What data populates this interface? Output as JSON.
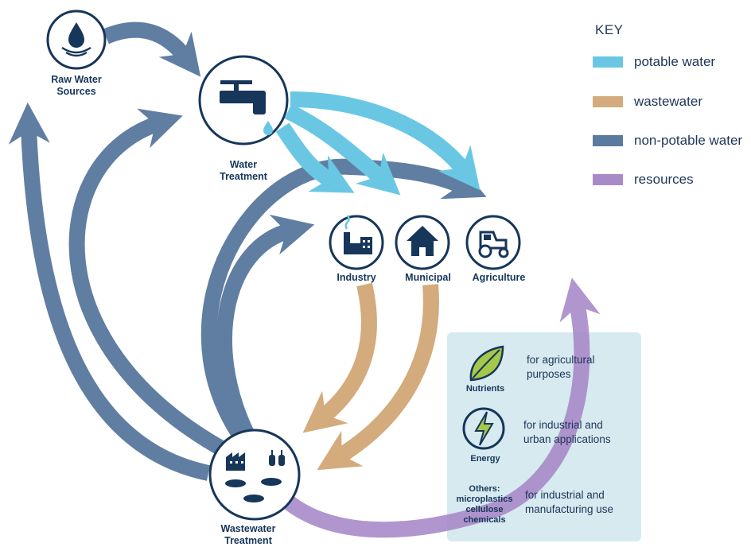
{
  "key": {
    "title": "KEY",
    "items": [
      {
        "label": "potable water",
        "color": "#6ac7e4"
      },
      {
        "label": "wastewater",
        "color": "#d3ab7c"
      },
      {
        "label": "non-potable water",
        "color": "#5b7a9f"
      },
      {
        "label": "resources",
        "color": "#a98ac9"
      }
    ]
  },
  "nodes": {
    "raw_water": {
      "line1": "Raw Water",
      "line2": "Sources",
      "icon": "water-drop-icon"
    },
    "water_treatment": {
      "line1": "Water",
      "line2": "Treatment",
      "icon": "faucet-icon"
    },
    "industry": {
      "label": "Industry",
      "icon": "factory-icon"
    },
    "municipal": {
      "label": "Municipal",
      "icon": "house-icon"
    },
    "agriculture": {
      "label": "Agriculture",
      "icon": "tractor-icon"
    },
    "wastewater_treatment": {
      "line1": "Wastewater",
      "line2": "Treatment",
      "icon": "wastewater-plant-icon"
    }
  },
  "resources_panel": {
    "items": [
      {
        "label": "Nutrients",
        "description_line1": "for agricultural",
        "description_line2": "purposes",
        "icon": "leaf-icon"
      },
      {
        "label": "Energy",
        "description_line1": "for industrial and",
        "description_line2": "urban applications",
        "icon": "lightning-icon"
      },
      {
        "label_lines": [
          "Others:",
          "microplastics",
          "cellulose",
          "chemicals"
        ],
        "description_line1": "for industrial and",
        "description_line2": "manufacturing use"
      }
    ]
  },
  "colors": {
    "navy": "#16365a",
    "potable": "#6ac7e4",
    "wastewater": "#d3ab7c",
    "non_potable": "#5b7a9f",
    "resources": "#a98ac9",
    "panel": "#d6eaf0"
  }
}
